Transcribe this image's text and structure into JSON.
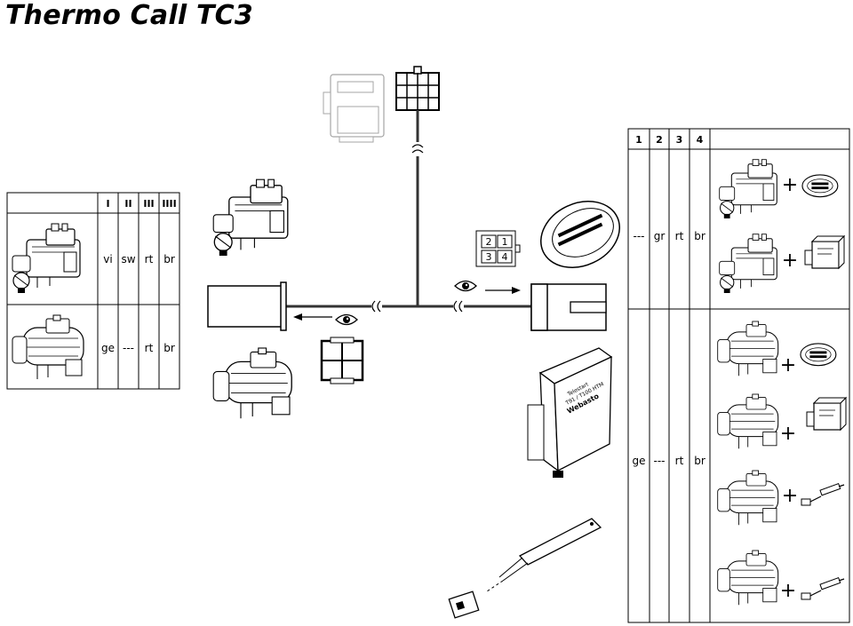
{
  "title": "Thermo Call TC3",
  "left_table": {
    "headers": [
      "I",
      "II",
      "III",
      "IIII"
    ],
    "rows": [
      {
        "cells": [
          "vi",
          "sw",
          "rt",
          "br"
        ],
        "heater_icon": "heater-unit-icon"
      },
      {
        "cells": [
          "ge",
          "---",
          "rt",
          "br"
        ],
        "heater_icon": "heater-unit-icon"
      }
    ]
  },
  "right_table": {
    "headers": [
      "1",
      "2",
      "3",
      "4"
    ],
    "groups": [
      {
        "cells": [
          "---",
          "gr",
          "rt",
          "br"
        ],
        "options": [
          "heater-plus-remote-icon",
          "heater-plus-timer-module-icon"
        ]
      },
      {
        "cells": [
          "ge",
          "---",
          "rt",
          "br"
        ],
        "options": [
          "heater-plus-remote-icon",
          "heater-plus-timer-module-icon",
          "heater-plus-sensor-icon",
          "heater-plus-sensor-icon"
        ]
      }
    ]
  },
  "connector_pins": [
    "2",
    "1",
    "3",
    "4"
  ],
  "module_label": {
    "line1": "Telestart",
    "line2": "T91 / T100 HTM",
    "brand": "Webasto"
  },
  "icons": {
    "eye_left": "eye-icon",
    "eye_right": "eye-icon",
    "plus": "+"
  }
}
